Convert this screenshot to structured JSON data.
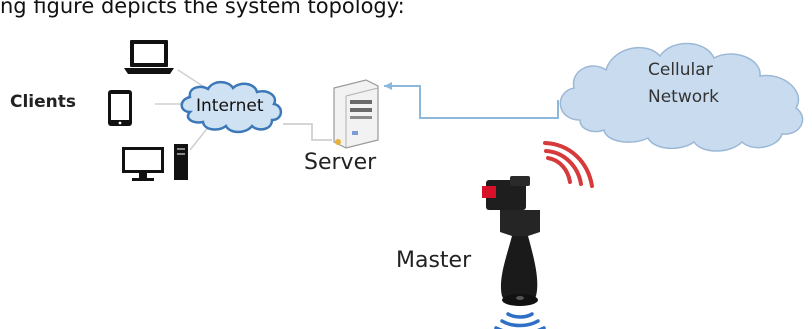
{
  "caption": "ng figure depicts the system topology:",
  "labels": {
    "clients": "Clients",
    "internet": "Internet",
    "server": "Server",
    "cellular_line1": "Cellular",
    "cellular_line2": "Network",
    "master": "Master"
  },
  "icons": [
    "laptop-icon",
    "tablet-icon",
    "desktop-computer-icon",
    "cloud-icon",
    "server-tower-icon",
    "wireless-signal-icon",
    "master-device-icon"
  ],
  "colors": {
    "cloud_fill": "#c9dcef",
    "cloud_stroke": "#8fb0d3",
    "connector": "#8cb8dc",
    "signal_red": "#d63a3a",
    "signal_blue": "#2f6fc6",
    "device_body": "#1e1e1e",
    "device_accent": "#d8102a"
  }
}
